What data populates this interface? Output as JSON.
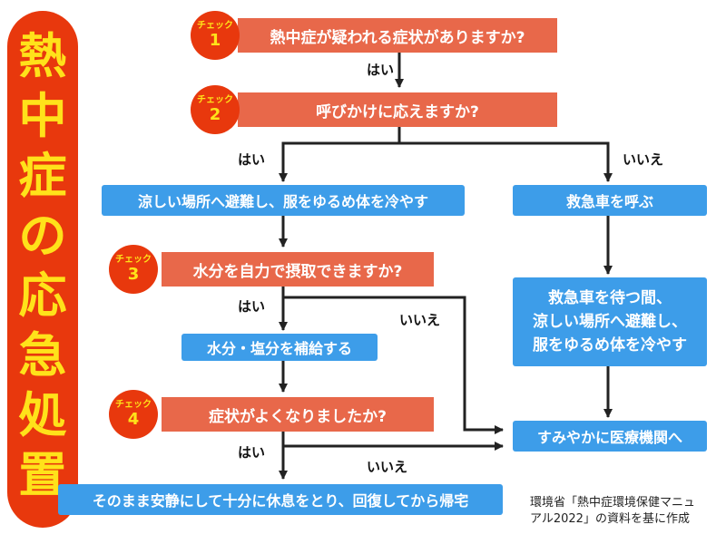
{
  "title_chars": [
    "熱",
    "中",
    "症",
    "の",
    "応",
    "急",
    "処",
    "置"
  ],
  "checks": [
    {
      "label": "チェック",
      "num": "1",
      "question": "熱中症が疑われる症状がありますか?"
    },
    {
      "label": "チェック",
      "num": "2",
      "question": "呼びかけに応えますか?"
    },
    {
      "label": "チェック",
      "num": "3",
      "question": "水分を自力で摂取できますか?"
    },
    {
      "label": "チェック",
      "num": "4",
      "question": "症状がよくなりましたか?"
    }
  ],
  "actions": {
    "cool": "涼しい場所へ避難し、服をゆるめ体を冷やす",
    "ambulance": "救急車を呼ぶ",
    "wait_lines": [
      "救急車を待つ間、",
      "涼しい場所へ避難し、",
      "服をゆるめ体を冷やす"
    ],
    "hydrate": "水分・塩分を補給する",
    "hospital": "すみやかに医療機関へ",
    "rest": "そのまま安静にして十分に休息をとり、回復してから帰宅"
  },
  "labels": {
    "yes": "はい",
    "no": "いいえ"
  },
  "credit_lines": [
    "環境省「熱中症環境保健マニュ",
    "アル2022」の資料を基に作成"
  ],
  "colors": {
    "title_bg": "#e8380d",
    "title_text": "#ffe21a",
    "question_bg": "#e8684a",
    "action_bg": "#3d9de9"
  }
}
